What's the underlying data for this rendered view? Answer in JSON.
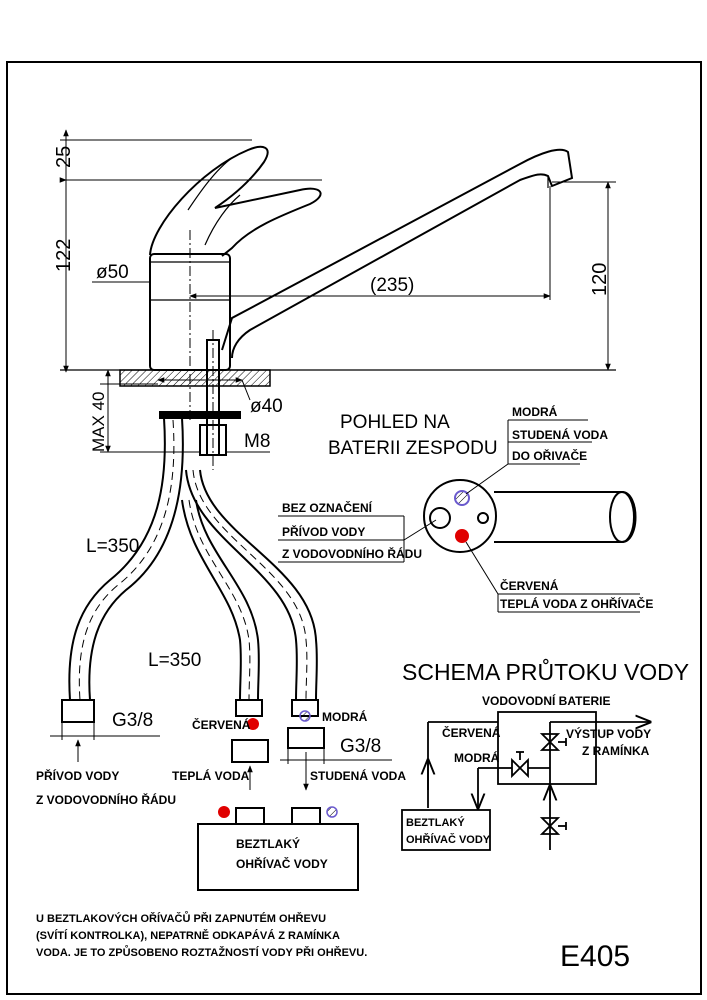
{
  "dimensions": {
    "h25": "25",
    "h122": "122",
    "d50": "ø50",
    "l235": "(235)",
    "h120": "120",
    "max40": "MAX 40",
    "d40": "ø40",
    "m8": "M8",
    "hose_left": "L=350",
    "hose_mid": "L=350",
    "thread_left": "G3/8",
    "thread_right": "G3/8"
  },
  "bottom_view": {
    "title_line1": "POHLED NA",
    "title_line2": "BATERII ZESPODU",
    "blue_line1": "MODRÁ",
    "blue_line2": "STUDENÁ VODA",
    "blue_line3": "DO OŘIVAČE",
    "unmarked_line1": "BEZ OZNAČENÍ",
    "unmarked_line2": "PŘÍVOD VODY",
    "unmarked_line3": "Z VODOVODNÍHO ŘÁDU",
    "red_line1": "ČERVENÁ",
    "red_line2": "TEPLÁ VODA Z OHŘÍVAČE"
  },
  "hoses": {
    "red_label": "ČERVENÁ",
    "blue_label": "MODRÁ",
    "warm_water": "TEPLÁ VODA",
    "cold_water": "STUDENÁ VODA",
    "inlet_line1": "PŘÍVOD VODY",
    "inlet_line2": "Z VODOVODNÍHO ŘÁDU"
  },
  "heater": {
    "line1": "BEZTLAKÝ",
    "line2": "OHŘÍVAČ VODY"
  },
  "schema": {
    "title": "SCHEMA PRŮTOKU VODY",
    "battery": "VODOVODNÍ BATERIE",
    "red": "ČERVENÁ",
    "blue": "MODRÁ",
    "outlet_line1": "VÝSTUP VODY",
    "outlet_line2": "Z RAMÍNKA",
    "heater_line1": "BEZTLAKÝ",
    "heater_line2": "OHŘÍVAČ VODY"
  },
  "note": {
    "line1": "U BEZTLAKOVÝCH OŘÍVAČŮ PŘI ZAPNUTÉM OHŘEVU",
    "line2": "(SVÍTÍ KONTROLKA), NEPATRNĚ ODKAPÁVÁ Z RAMÍNKA",
    "line3": "VODA. JE TO ZPŮSOBENO ROZTAŽNOSTÍ VODY PŘI OHŘEVU."
  },
  "code": "E405",
  "colors": {
    "line": "#000000",
    "hot": "#e00000",
    "cold": "#6a5acd",
    "background": "#ffffff"
  }
}
